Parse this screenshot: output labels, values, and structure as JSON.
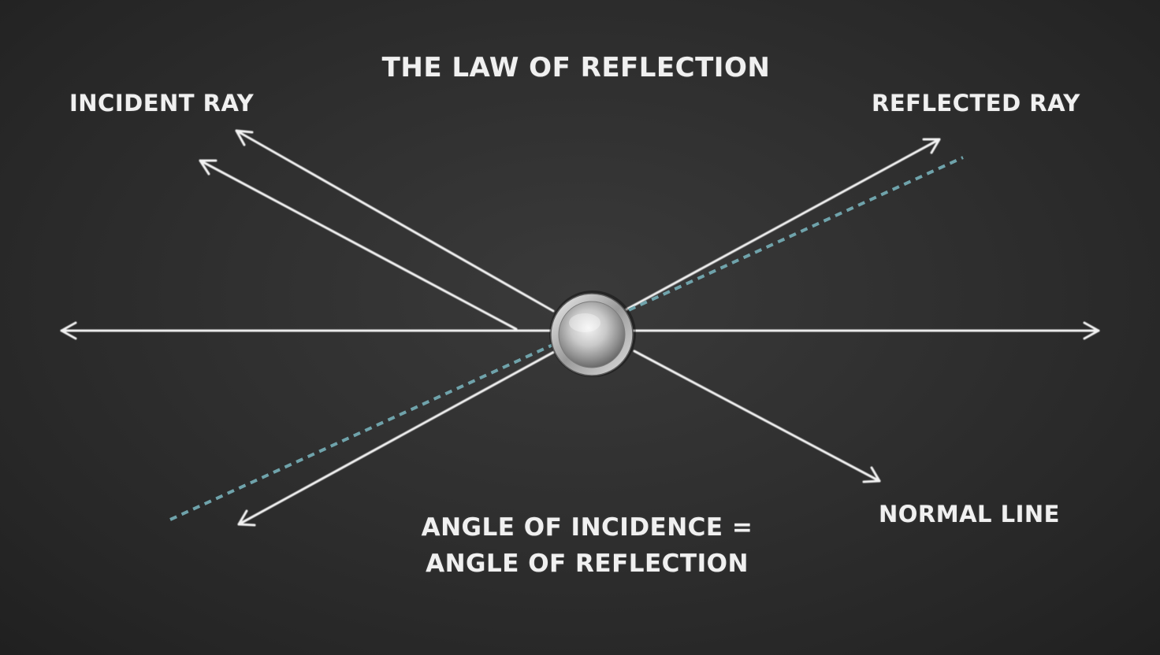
{
  "title": "THE LAW OF REFLECTION",
  "labels": {
    "incident_ray": "INCIDENT RAY",
    "reflected_ray": "REFLECTED RAY",
    "normal_line": "NORMAL LINE"
  },
  "equation": {
    "line1": "ANGLE OF INCIDENCE =",
    "line2": "ANGLE OF REFLECTION"
  },
  "colors": {
    "board": "#2c2c2c",
    "chalk": "#f2f2f2",
    "dashed_line": "#6fa3ab",
    "mirror_point": "#c8c8c8"
  },
  "icons": {
    "reflection_point": "metal-button-icon"
  }
}
